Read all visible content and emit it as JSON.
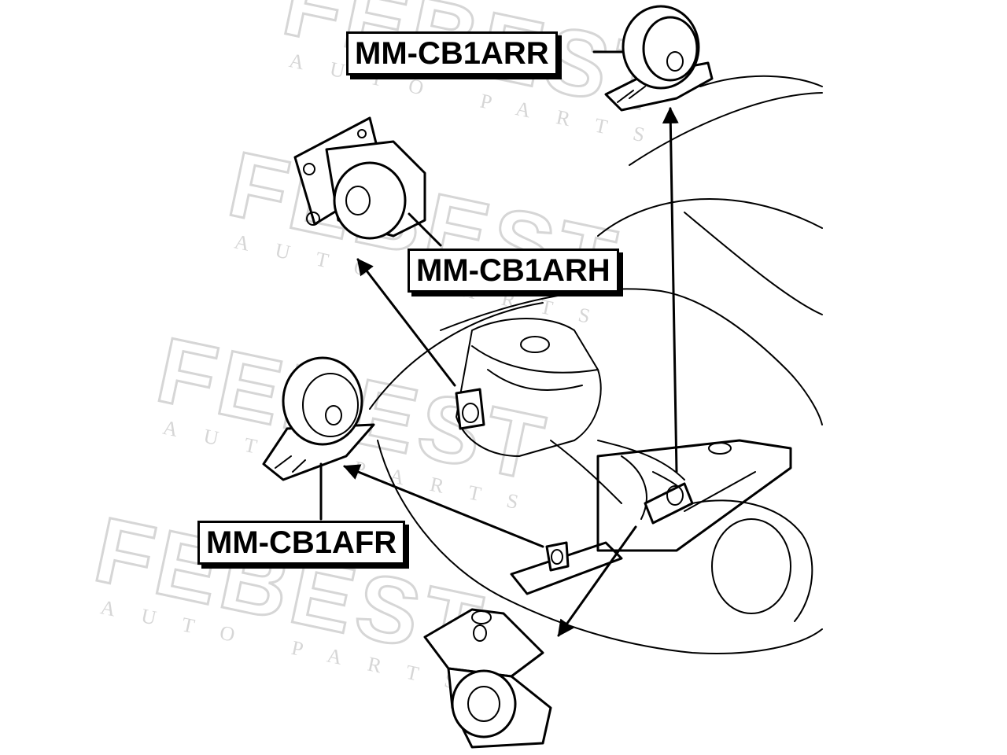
{
  "watermark": {
    "brand": "FEBEST",
    "tagline": "AUTO PARTS"
  },
  "parts": [
    {
      "id": "rear-right-mount",
      "label": "MM-CB1ARR"
    },
    {
      "id": "right-hand-mount",
      "label": "MM-CB1ARH"
    },
    {
      "id": "front-mount",
      "label": "MM-CB1AFR"
    }
  ],
  "colors": {
    "line": "#000000",
    "background": "#ffffff",
    "watermark": "#d6d6d6"
  }
}
